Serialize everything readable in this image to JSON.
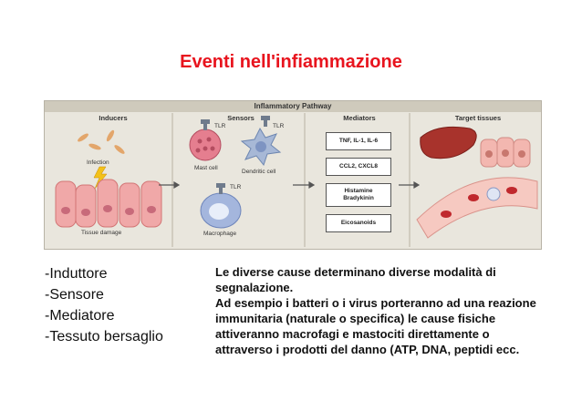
{
  "title": "Eventi nell'infiammazione",
  "figure": {
    "banner": "Inflammatory Pathway",
    "columns": [
      "Inducers",
      "Sensors",
      "Mediators",
      "Target tissues"
    ],
    "labels": {
      "infection": "Infection",
      "tissue_damage": "Tissue damage",
      "tlr": "TLR",
      "mast_cell": "Mast cell",
      "dendritic_cell": "Dendritic cell",
      "macrophage": "Macrophage"
    },
    "mediators": [
      "TNF, IL-1, IL-6",
      "CCL2, CXCL8",
      "Histamine\nBradykinin",
      "Eicosanoids"
    ]
  },
  "left_list": [
    "-Induttore",
    "-Sensore",
    "-Mediatore",
    "-Tessuto bersaglio"
  ],
  "description": [
    "Le diverse cause determinano diverse modalità di segnalazione.",
    "Ad esempio i batteri o i virus porteranno ad una reazione immunitaria (naturale o specifica) le cause fisiche attiveranno macrofagi e mastociti direttamente o attraverso i prodotti del danno (ATP, DNA, peptidi ecc."
  ],
  "colors": {
    "title": "#e8141e",
    "figure_bg": "#e9e6dd"
  }
}
